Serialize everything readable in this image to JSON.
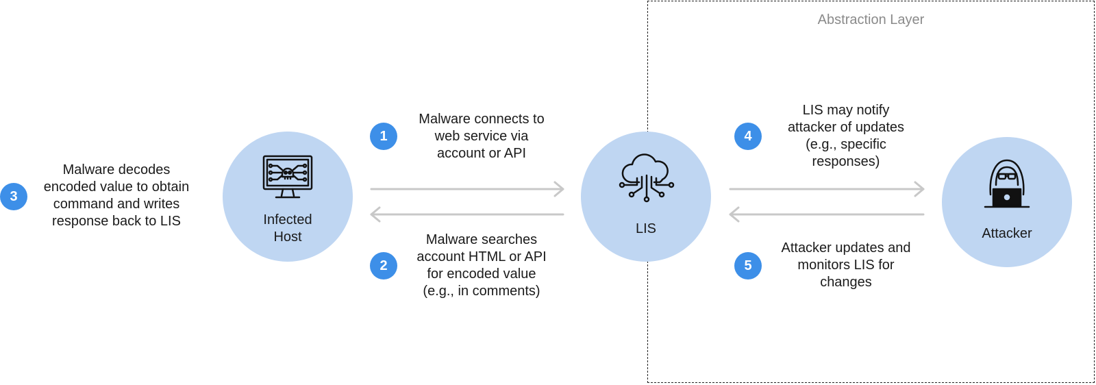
{
  "layer": {
    "title": "Abstraction Layer"
  },
  "nodes": {
    "host": {
      "label_line1": "Infected",
      "label_line2": "Host",
      "icon": "infected-monitor-skull-icon"
    },
    "lis": {
      "label": "LIS",
      "icon": "cloud-network-icon"
    },
    "attacker": {
      "label": "Attacker",
      "icon": "hooded-hacker-laptop-icon"
    }
  },
  "steps": [
    {
      "number": "1",
      "lines": [
        "Malware connects to",
        "web service via",
        "account or API"
      ]
    },
    {
      "number": "2",
      "lines": [
        "Malware searches",
        "account HTML or API",
        "for encoded value",
        "(e.g., in comments)"
      ]
    },
    {
      "number": "3",
      "lines": [
        "Malware decodes",
        "encoded value to obtain",
        "command and writes",
        "response back to LIS"
      ]
    },
    {
      "number": "4",
      "lines": [
        "LIS may notify",
        "attacker of updates",
        "(e.g., specific",
        "responses)"
      ]
    },
    {
      "number": "5",
      "lines": [
        "Attacker updates and",
        "monitors LIS for",
        "changes"
      ]
    }
  ],
  "colors": {
    "node_fill": "#bfd6f2",
    "badge_fill": "#3d8fe8",
    "arrow": "#c8c8c8",
    "layer_title": "#8a8a8a"
  }
}
